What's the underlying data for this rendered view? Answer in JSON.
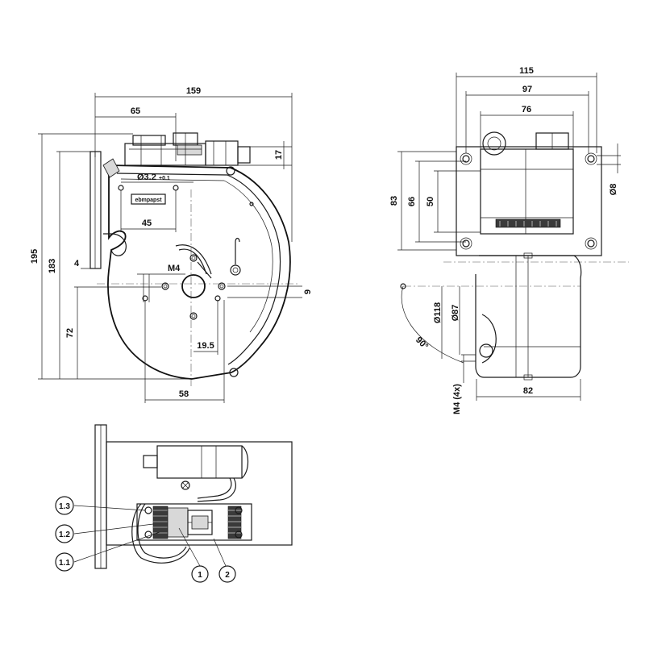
{
  "front_view": {
    "dims": {
      "width_total": "159",
      "width_top": "65",
      "hole_dia": "Ø3.2",
      "hole_tol": "+0.1",
      "label_width": "45",
      "height_total": "195",
      "height_inner": "183",
      "offset_left": "4",
      "thread": "M4",
      "height_72": "72",
      "offset_19_5": "19.5",
      "width_58": "58",
      "offset_17": "17",
      "offset_9": "9"
    },
    "label_text": "ebmpapst"
  },
  "side_view": {
    "dims": {
      "width_115": "115",
      "width_97": "97",
      "width_76": "76",
      "height_83": "83",
      "height_66": "66",
      "height_50": "50",
      "dia_8": "Ø8",
      "dia_118": "Ø118",
      "dia_87": "Ø87",
      "angle": "90°",
      "thread_count": "M4 (4x)",
      "width_82": "82"
    }
  },
  "section_view": {
    "callouts": [
      "1.3",
      "1.2",
      "1.1",
      "1",
      "2"
    ]
  }
}
